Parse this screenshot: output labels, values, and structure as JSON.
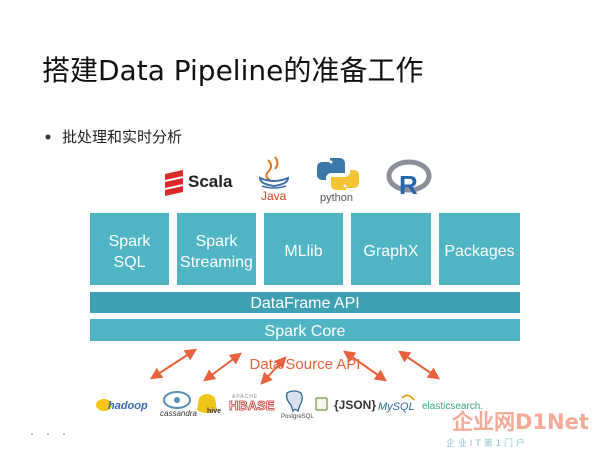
{
  "slide": {
    "title": "搭建Data Pipeline的准备工作",
    "bullet": "批处理和实时分析"
  },
  "languages": {
    "scala": "Scala",
    "java": "Java",
    "python": "python",
    "r": "R"
  },
  "modules": [
    {
      "line1": "Spark",
      "line2": "SQL"
    },
    {
      "line1": "Spark",
      "line2": "Streaming"
    },
    {
      "line1": "MLlib",
      "line2": ""
    },
    {
      "line1": "GraphX",
      "line2": ""
    },
    {
      "line1": "Packages",
      "line2": ""
    }
  ],
  "layers": {
    "dataframe": "DataFrame API",
    "core": "Spark Core",
    "datasource": "Data Source API"
  },
  "sources": {
    "hadoop": "hadoop",
    "cassandra": "cassandra",
    "hive": "hive",
    "apache": "APACHE",
    "hbase": "HBASE",
    "postgresql": "PostgreSQL",
    "json": "{JSON}",
    "mysql": "MySQL",
    "elasticsearch": "elasticsearch."
  },
  "watermark": {
    "brand": "企业网D1Net",
    "sub": "企 业 I T 第 1 门 户"
  },
  "colors": {
    "teal": "#4fb4c4",
    "teal_dark": "#3ea1b3",
    "arrow": "#e8603c"
  }
}
